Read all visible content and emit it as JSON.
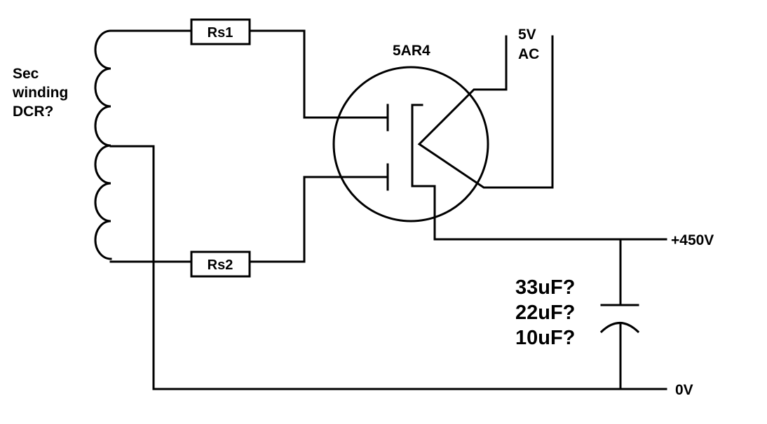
{
  "labels": {
    "winding": [
      "Sec",
      "winding",
      "DCR?"
    ],
    "rs1": "Rs1",
    "rs2": "Rs2",
    "tube": "5AR4",
    "heater": [
      "5V",
      "AC"
    ],
    "bplus": "+450V",
    "ground": "0V",
    "cap_options": [
      "33uF?",
      "22uF?",
      "10uF?"
    ]
  },
  "colors": {
    "line": "#000000",
    "background": "#ffffff"
  }
}
